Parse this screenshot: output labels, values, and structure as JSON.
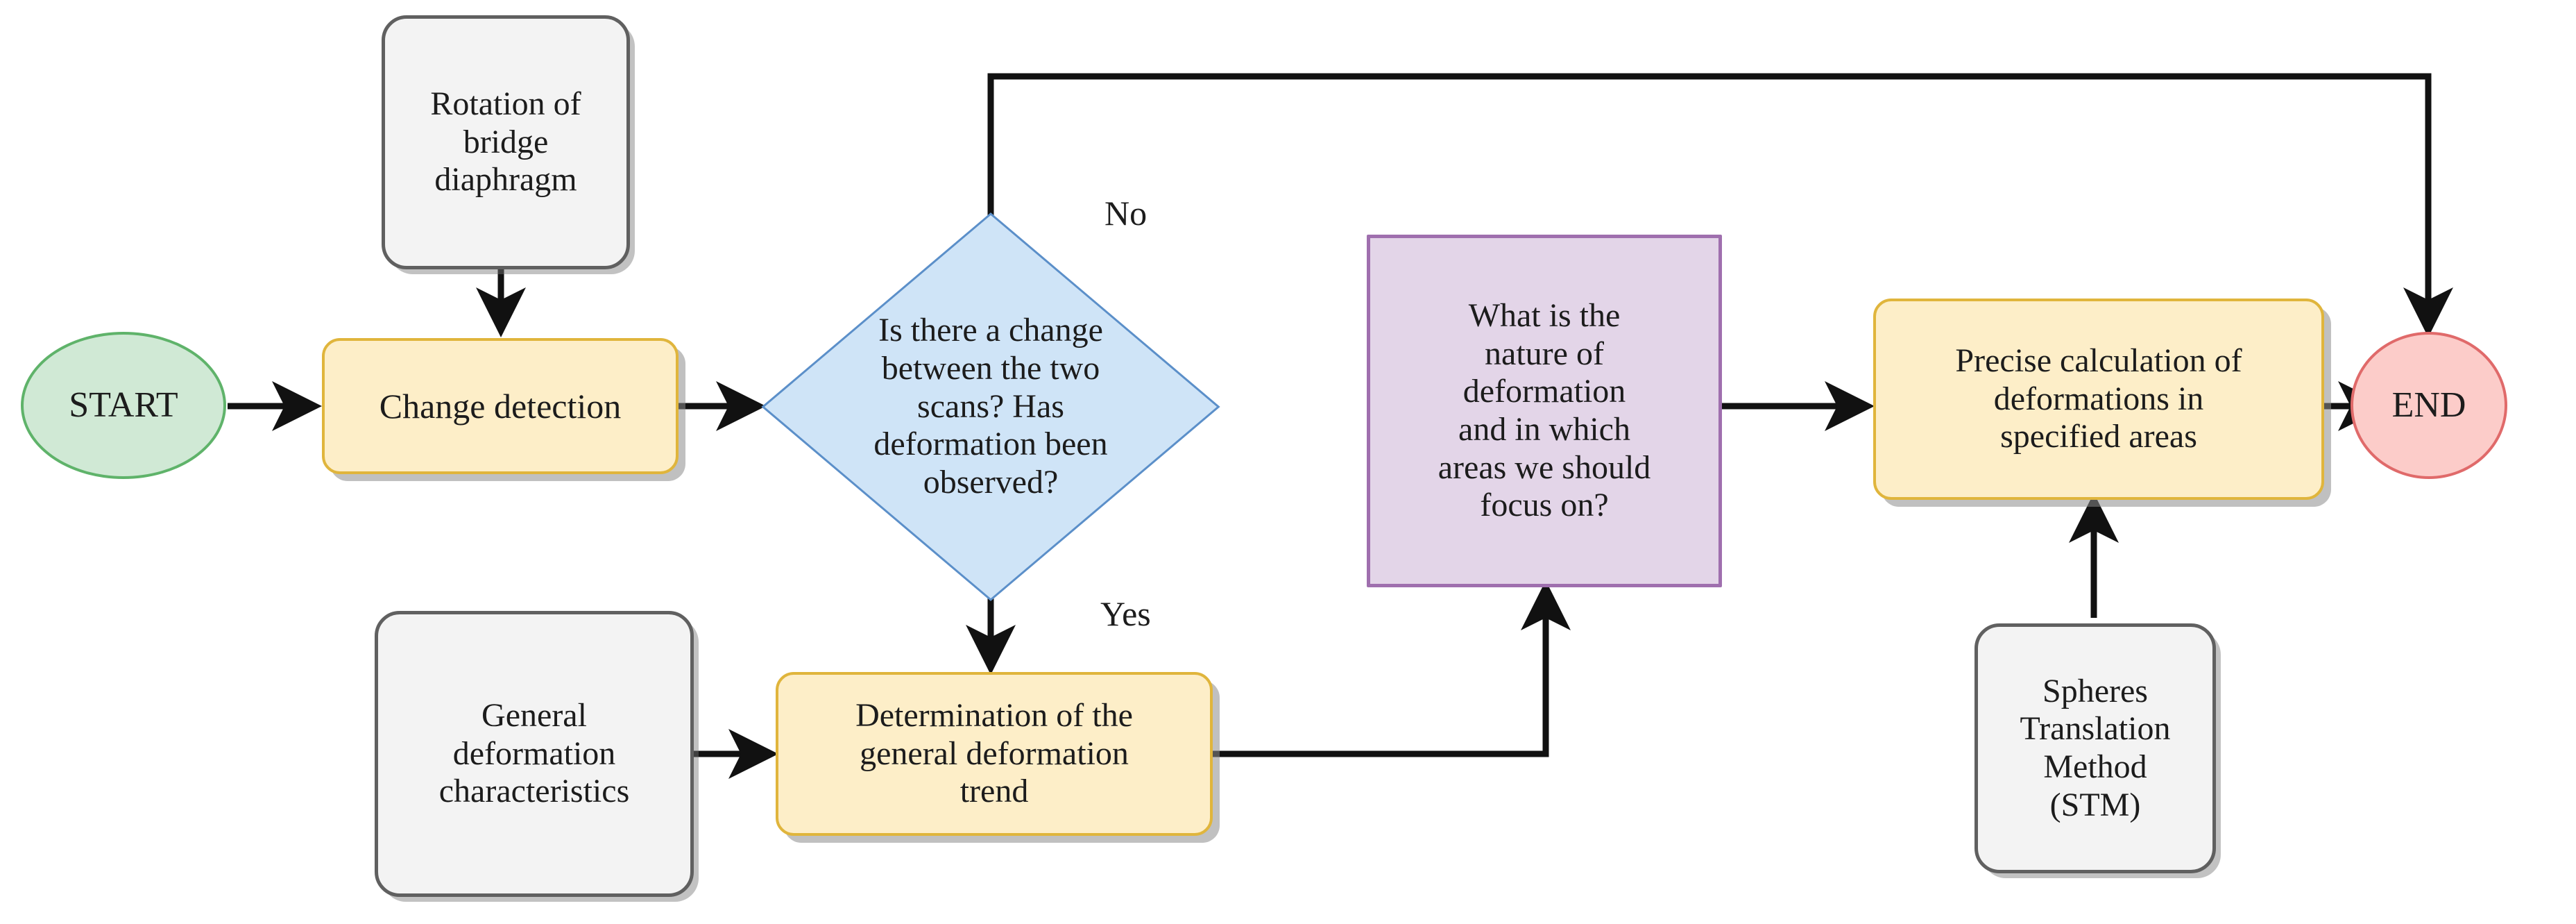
{
  "diagram": {
    "title": "Deformation analysis workflow flowchart",
    "colors": {
      "start_fill": "#d0e9d5",
      "start_stroke": "#5fb36a",
      "end_fill": "#fcccc9",
      "end_stroke": "#e06a6a",
      "process_fill": "#fdeec8",
      "process_stroke": "#e0b53c",
      "decision_fill": "#cfe4f7",
      "decision_stroke": "#5b8fc9",
      "note_fill": "#f3f3f3",
      "note_stroke": "#606060",
      "question_fill": "#e3d5e8",
      "question_stroke": "#9f6fae",
      "edge_stroke": "#111111",
      "text": "#1c1c1c"
    },
    "nodes": {
      "start": {
        "label": "START",
        "shape": "ellipse"
      },
      "rotation_note": {
        "label": "Rotation of\nbridge\ndiaphragm",
        "shape": "rounded-note"
      },
      "change_detection": {
        "label": "Change detection",
        "shape": "rounded-process"
      },
      "decision": {
        "label": "Is there a change\nbetween the two\nscans? Has\ndeformation been\nobserved?",
        "shape": "diamond"
      },
      "general_characteristics": {
        "label": "General\ndeformation\ncharacteristics",
        "shape": "rounded-note"
      },
      "determination_trend": {
        "label": "Determination of the\ngeneral deformation\ntrend",
        "shape": "rounded-process"
      },
      "nature_question": {
        "label": "What is the\nnature of\ndeformation\nand in which\nareas we should\nfocus on?",
        "shape": "rectangle"
      },
      "precise_calculation": {
        "label": "Precise calculation of\ndeformations in\nspecified areas",
        "shape": "rounded-process"
      },
      "stm_note": {
        "label": "Spheres\nTranslation\nMethod\n(STM)",
        "shape": "rounded-note"
      },
      "end": {
        "label": "END",
        "shape": "ellipse"
      }
    },
    "edge_labels": {
      "no": "No",
      "yes": "Yes"
    },
    "edges": [
      {
        "from": "start",
        "to": "change_detection",
        "label": ""
      },
      {
        "from": "rotation_note",
        "to": "change_detection",
        "label": ""
      },
      {
        "from": "change_detection",
        "to": "decision",
        "label": ""
      },
      {
        "from": "decision",
        "to": "end",
        "label": "No"
      },
      {
        "from": "decision",
        "to": "determination_trend",
        "label": "Yes"
      },
      {
        "from": "general_characteristics",
        "to": "determination_trend",
        "label": ""
      },
      {
        "from": "determination_trend",
        "to": "nature_question",
        "label": ""
      },
      {
        "from": "nature_question",
        "to": "precise_calculation",
        "label": ""
      },
      {
        "from": "stm_note",
        "to": "precise_calculation",
        "label": ""
      },
      {
        "from": "precise_calculation",
        "to": "end",
        "label": ""
      }
    ]
  }
}
